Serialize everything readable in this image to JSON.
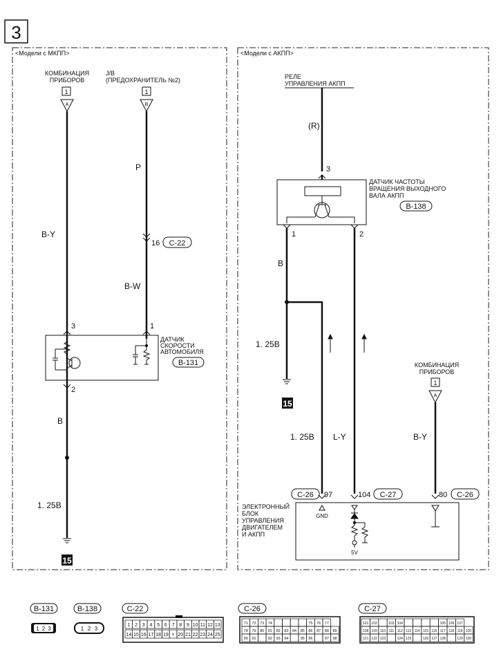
{
  "page_number": "3",
  "left_panel": {
    "header": "<Модели с МКПП>",
    "combination_label": [
      "КОМБИНАЦИЯ",
      "ПРИБОРОВ"
    ],
    "combination_pin": "1",
    "combination_conn": "A",
    "jb_label": [
      "J/B",
      "(ПРЕДОХРАНИТЕЛЬ №2)"
    ],
    "jb_pin": "1",
    "jb_conn": "B",
    "wire_p": "P",
    "wire_by": "B-Y",
    "c22_pin": "16",
    "c22_tag": "C-22",
    "wire_bw": "B-W",
    "sensor_pin3": "3",
    "sensor_pin1": "1",
    "sensor_pin2": "2",
    "sensor_label": [
      "ДАТЧИК",
      "СКОРОСТИ",
      "АВТОМОБИЛЯ"
    ],
    "sensor_tag": "B-131",
    "wire_b": "B",
    "wire_125b": "1. 25B",
    "ground_num": "15"
  },
  "right_panel": {
    "header": "<Модели с АКПП>",
    "relay_label": [
      "РЕЛЕ",
      "УПРАВЛЕНИЯ АКПП"
    ],
    "wire_r": "(R)",
    "sensor_pin3": "3",
    "sensor_label": [
      "ДАТЧИК ЧАСТОТЫ",
      "ВРАЩЕНИЯ ВЫХОДНОГО",
      "ВАЛА АКПП"
    ],
    "sensor_tag": "B-138",
    "sensor_pin1": "1",
    "sensor_pin2": "2",
    "wire_b": "B",
    "wire_125b_ground": "1. 25B",
    "ground_num": "15",
    "combination_label": [
      "КОМБИНАЦИЯ",
      "ПРИБОРОВ"
    ],
    "combination_pin": "1",
    "combination_conn": "A",
    "wire_125b": "1. 25B",
    "wire_ly": "L-Y",
    "wire_by": "B-Y",
    "ecu_conn1_tag": "C-26",
    "ecu_conn1_pin": "97",
    "ecu_conn2_pin": "104",
    "ecu_conn2_tag": "C-27",
    "ecu_conn3_pin": "80",
    "ecu_conn3_tag": "C-26",
    "ecu_label": [
      "ЭЛЕКТРОННЫЙ",
      "БЛОК",
      "УПРАВЛЕНИЯ",
      "ДВИГАТЕЛЕМ",
      "И АКПП"
    ],
    "gnd_label": "GND",
    "v5_label": "5V"
  },
  "connectors": {
    "b131": {
      "tag": "B-131",
      "pins": [
        "1",
        "2",
        "3"
      ]
    },
    "b138": {
      "tag": "B-138",
      "pins": [
        "1",
        "2",
        "3"
      ]
    },
    "c22": {
      "tag": "C-22",
      "row1": [
        "1",
        "2",
        "3",
        "4",
        "5",
        "6",
        "7",
        "8",
        "9",
        "10",
        "11",
        "12",
        "13"
      ],
      "row2": [
        "14",
        "15",
        "16",
        "17",
        "18",
        "19",
        "×",
        "20",
        "21",
        "22",
        "23",
        "24",
        "25"
      ]
    },
    "c26": {
      "tag": "C-26",
      "row1": [
        "71",
        "72",
        "73",
        "74",
        "",
        "",
        "",
        "",
        "75",
        "76",
        "77"
      ],
      "row2": [
        "78",
        "79",
        "80",
        "81",
        "82",
        "83",
        "84",
        "85",
        "86",
        "87",
        "88",
        "89"
      ],
      "row3": [
        "90",
        "91",
        "",
        "92",
        "93",
        "94",
        "",
        "95",
        "96",
        "",
        "97",
        "98"
      ]
    },
    "c27": {
      "tag": "C-27",
      "row1": [
        "101",
        "102",
        "",
        "103",
        "104",
        "",
        "",
        "",
        "",
        "105",
        "106",
        "107"
      ],
      "row2": [
        "108",
        "109",
        "110",
        "111",
        "112",
        "113",
        "114",
        "115",
        "116",
        "117",
        "118",
        "119",
        "120"
      ],
      "row3": [
        "121",
        "122",
        "123",
        "",
        "124",
        "125",
        "",
        "126",
        "127",
        "128",
        "",
        "129",
        "130"
      ]
    }
  }
}
